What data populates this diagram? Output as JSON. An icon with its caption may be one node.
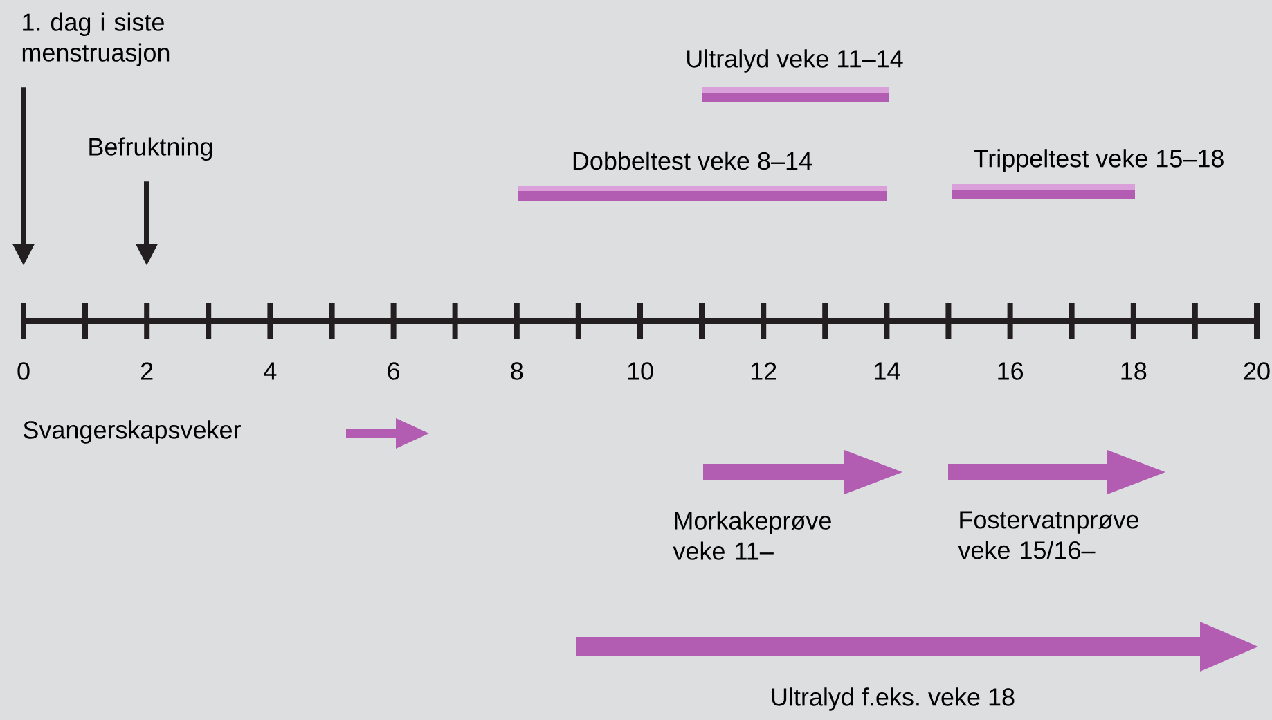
{
  "diagram": {
    "nodes": [
      {
        "text": [
          "1. dag i siste menstruasjon"
        ]
      },
      {
        "text": [
          "Befruktning"
        ]
      }
    ],
    "edges": [
      {
        "from": 0,
        "to": null,
        "arrow": "to"
      },
      {
        "from": 1,
        "to": null,
        "arrow": "to"
      }
    ],
    "labels": [
      "Ultralyd veke 11–14",
      "Dobbeltest veke 8–14",
      "Trippeltest veke 15–18",
      "0",
      "2",
      "4",
      "6",
      "8",
      "10",
      "12",
      "14",
      "16",
      "18",
      "20",
      "Svangerskapsveker",
      "Morkakeprøve veke 11–",
      "Fostervatnprøve veke 15/16–",
      "Ultralyd f.eks. veke 18"
    ]
  }
}
